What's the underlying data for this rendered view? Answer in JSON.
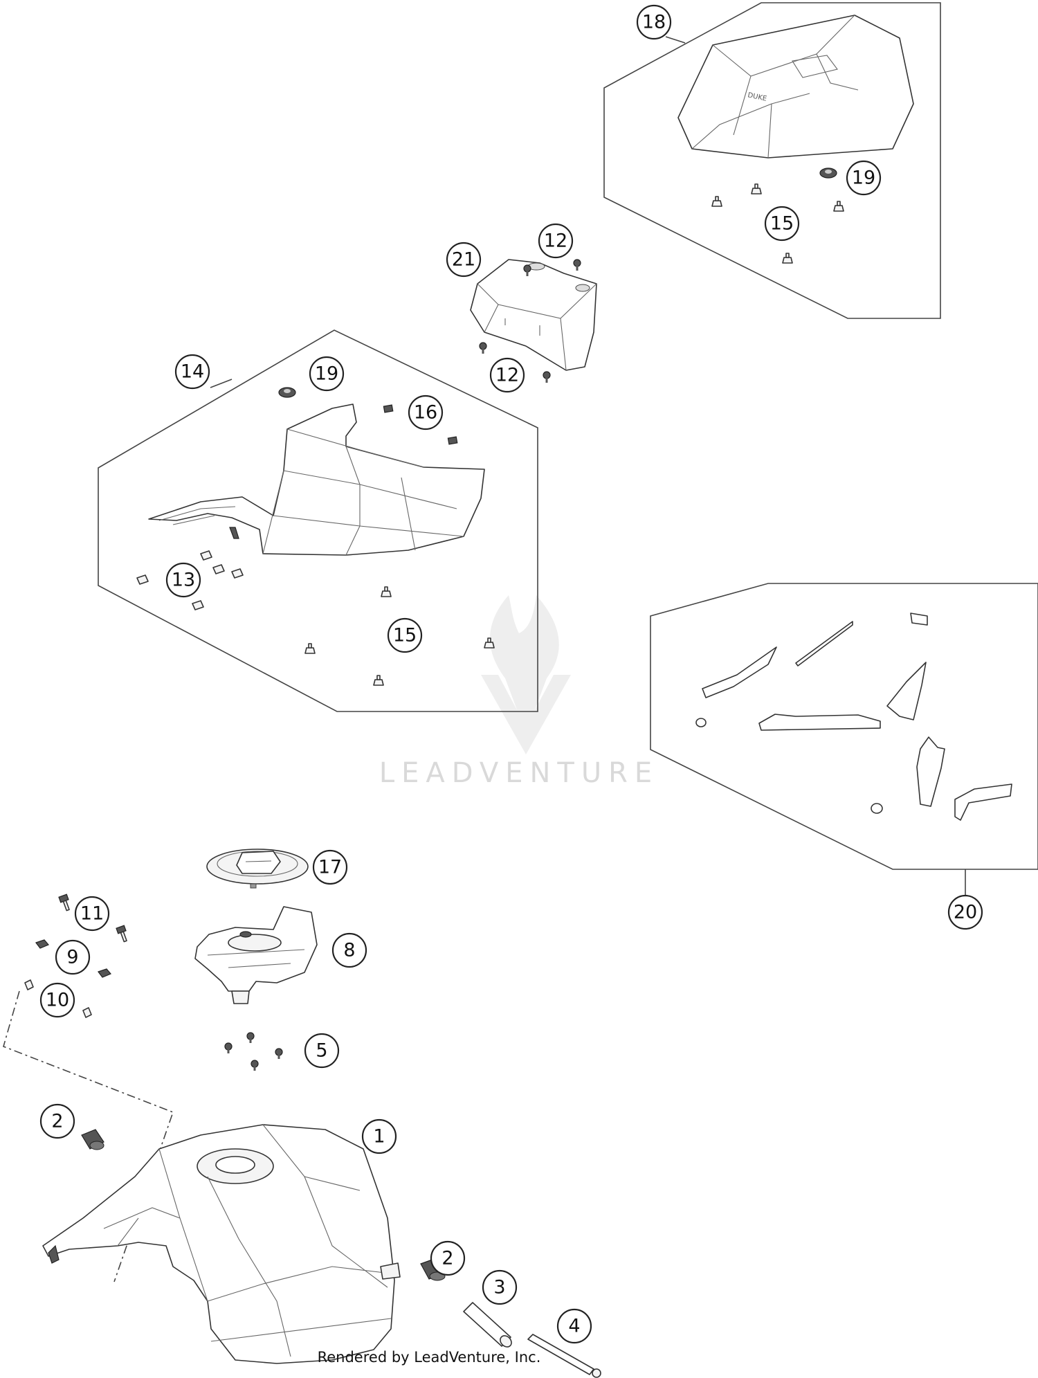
{
  "callouts": {
    "c1": "1",
    "c2a": "2",
    "c2b": "2",
    "c3": "3",
    "c4": "4",
    "c5": "5",
    "c8": "8",
    "c9": "9",
    "c10": "10",
    "c11": "11",
    "c12a": "12",
    "c12b": "12",
    "c13": "13",
    "c14": "14",
    "c15a": "15",
    "c15b": "15",
    "c16": "16",
    "c17": "17",
    "c18": "18",
    "c19a": "19",
    "c19b": "19",
    "c20": "20",
    "c21": "21"
  },
  "watermark": {
    "brand": "LEADVENTURE"
  },
  "footer": {
    "credit": "Rendered by LeadVenture, Inc."
  }
}
